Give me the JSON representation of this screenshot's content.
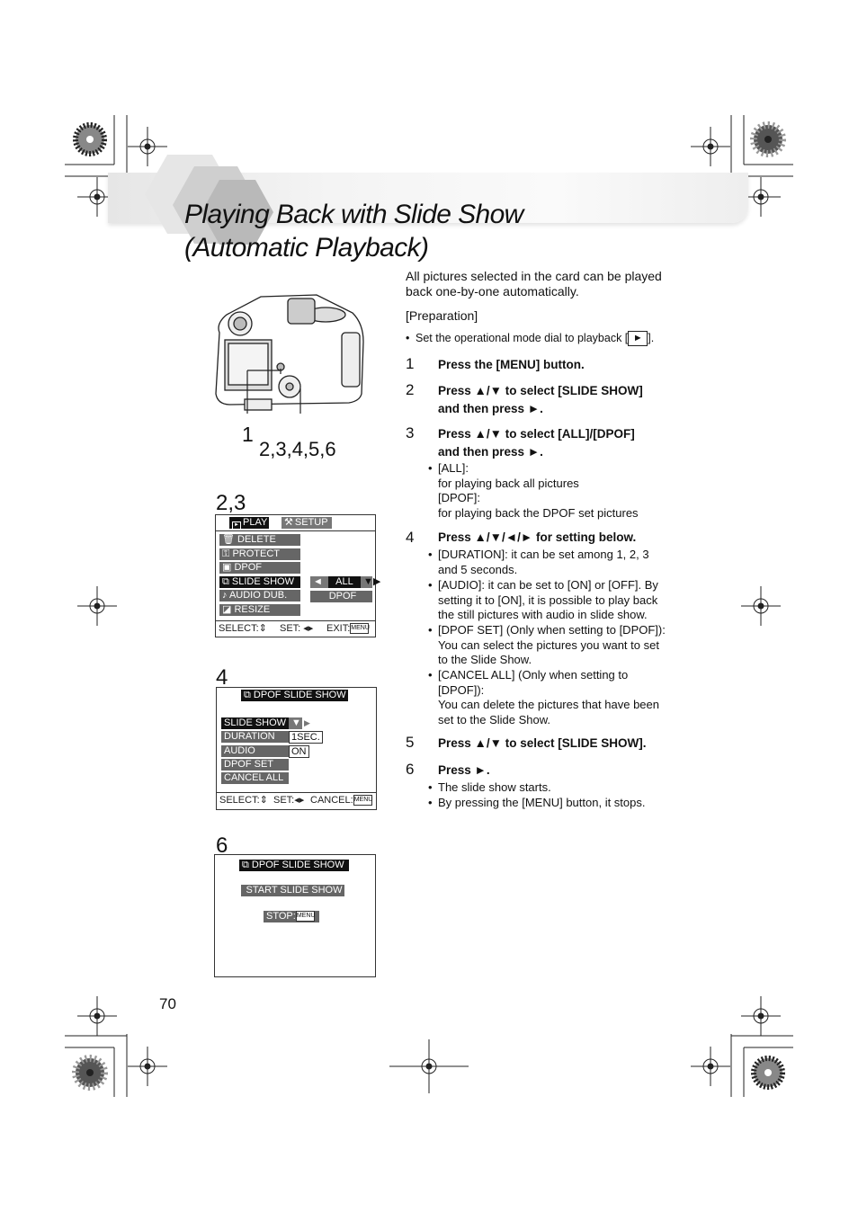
{
  "header": {
    "title_line1": "Playing Back with Slide Show",
    "title_line2": "(Automatic Playback)"
  },
  "intro": "All pictures selected in the card can be played back one-by-one automatically.",
  "preparation": {
    "label": "[Preparation]",
    "bullet_pre": "Set the operational mode dial to playback [",
    "bullet_post": "].",
    "icon": "playback-triangle-icon"
  },
  "camera": {
    "callout_1": "1",
    "callout_2": "2,3,4,5,6"
  },
  "steps": [
    {
      "num": "1",
      "lines": [
        "Press the [MENU] button."
      ]
    },
    {
      "num": "2",
      "lines": [
        "Press ▲/▼ to select [SLIDE SHOW]",
        "and then press ►."
      ]
    },
    {
      "num": "3",
      "lines": [
        "Press ▲/▼ to select [ALL]/[DPOF]",
        "and then press ►."
      ],
      "bullets": [
        {
          "lines": [
            "[ALL]:",
            "for playing back all pictures",
            "[DPOF]:",
            "for playing back the DPOF set pictures"
          ]
        }
      ]
    },
    {
      "num": "4",
      "lines": [
        "Press ▲/▼/◄/► for setting below."
      ],
      "bullets": [
        {
          "lines": [
            "[DURATION]: it can be set among 1, 2, 3",
            "and 5 seconds."
          ]
        },
        {
          "lines": [
            "[AUDIO]: it can be set to [ON] or [OFF]. By",
            "setting it to [ON], it is possible to play back",
            "the still pictures with audio in slide show."
          ]
        },
        {
          "lines": [
            "[DPOF SET] (Only when setting to [DPOF]):",
            "You can select the pictures you want to set",
            "to the Slide Show."
          ]
        },
        {
          "lines": [
            "[CANCEL ALL] (Only when setting to",
            "[DPOF]):",
            "You can delete the pictures that have been",
            "set to the Slide Show."
          ]
        }
      ]
    },
    {
      "num": "5",
      "lines": [
        "Press ▲/▼ to select [SLIDE SHOW]."
      ]
    },
    {
      "num": "6",
      "lines": [
        "Press ►."
      ],
      "bullets": [
        {
          "lines": [
            "The slide show starts."
          ]
        },
        {
          "lines": [
            "By pressing the [MENU] button, it stops."
          ]
        }
      ]
    }
  ],
  "screen1": {
    "label": "2,3",
    "tab_play": "PLAY",
    "tab_setup": "SETUP",
    "items": [
      "DELETE",
      "PROTECT",
      "DPOF",
      "SLIDE SHOW",
      "AUDIO DUB.",
      "RESIZE"
    ],
    "opt_all": "ALL",
    "opt_dpof": "DPOF",
    "footer_select": "SELECT:",
    "footer_set": "SET:",
    "footer_exit": "EXIT:",
    "menu_icon": "MENU"
  },
  "screen2": {
    "label": "4",
    "title": "DPOF SLIDE SHOW",
    "items": [
      "SLIDE SHOW",
      "DURATION",
      "AUDIO",
      "DPOF SET",
      "CANCEL ALL"
    ],
    "duration_val": "1SEC.",
    "audio_val": "ON",
    "footer_select": "SELECT:",
    "footer_set": "SET:",
    "footer_cancel": "CANCEL:",
    "menu_icon": "MENU"
  },
  "screen3": {
    "label": "6",
    "title": "DPOF SLIDE SHOW",
    "start": "START SLIDE SHOW",
    "stop": "STOP:",
    "menu_icon": "MENU"
  },
  "page_number": "70"
}
